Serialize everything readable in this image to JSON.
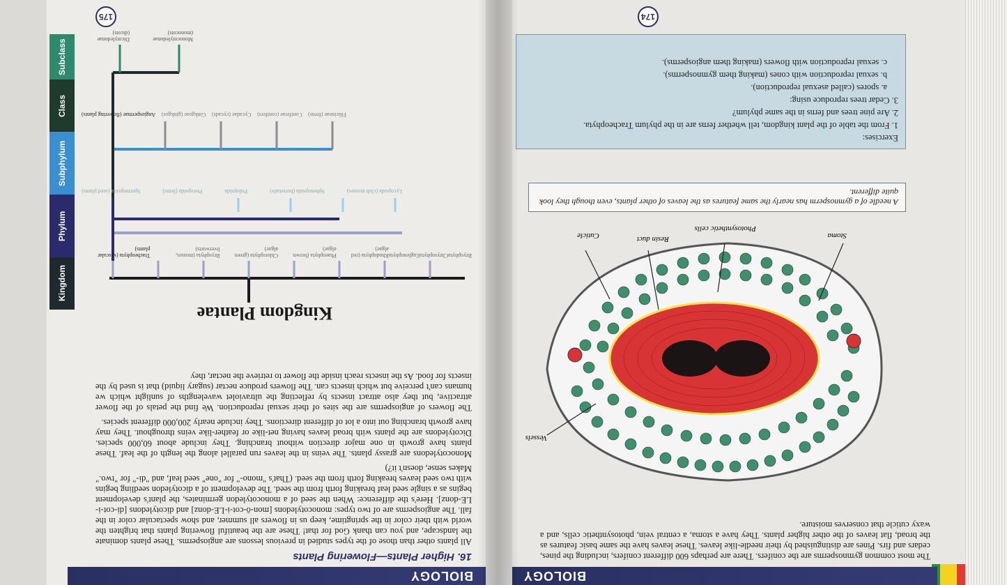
{
  "left_page": {
    "header": "BIOLOGY",
    "page_number": "174",
    "intro_text": "The most common gymnosperms are the conifers. There are perhaps 600 different conifers, including the pines, cedars and firs. Pines are distinguished by their needle-like leaves. These leaves have the same basic features as the broad, flat leaves of the other higher plants. They have a stoma, a central vein, photosynthetic cells, and a waxy cuticle that conserves moisture.",
    "diagram_labels": {
      "cuticle": "Cuticle",
      "resin_duct": "Resin duct",
      "stoma": "Stoma",
      "photosynthetic_cells": "Photosynthetic cells",
      "vessels": "Vessels"
    },
    "caption": "A needle of a gymnosperm has nearly the same features as the leaves of other plants, even though they look quite different.",
    "exercises": {
      "title": "Exercises:",
      "items": [
        "1. From the table of the plant kingdom, tell whether ferns are in the phylum Tracheophyta.",
        "2. Are pine trees and ferns in the same phylum?",
        "3. Cedar trees reproduce using:",
        "a. spores (called asexual reproduction).",
        "b. sexual reproduction with cones (making them gymnosperms).",
        "c. sexual reproduction with flowers (making them angiosperms)."
      ]
    }
  },
  "right_page": {
    "header": "BIOLOGY",
    "page_number": "175",
    "section_title": "16. Higher Plants—Flowering Plants",
    "paragraphs": [
      "All plants other than those of the types studied in previous lessons are angiosperms. These plants dominate the landscape, and you can thank God for that! These are the beautiful flowering plants that brighten the world with their color in the springtime, keep us in flowers all summer, and show spectacular color in the fall. The angiosperms are of two types: monocotyledons [mon-ō-cot-i-LE-donz] and dicotyledons [di-cot-i-LE-donz]. Here's the difference: When the seed of a monocotyledon germinates, the plant's development begins as a single seed leaf breaking forth from the seed. The development of a dicotyledon seedling begins with two seed leaves breaking forth from the seed. (That's \"mono-\" for \"one\" seed leaf, and \"di-\" for \"two.\" Makes sense, doesn't it?)",
      "Monocotyledons are grassy plants. The veins in the leaves run parallel along the length of the leaf. These plants have growth in one major direction without branching. They include about 60,000 species. Dicotyledons are the plants with broad leaves having net-like or feather-like veins throughout. They may have growth branching out into a lot of different directions. They include nearly 200,000 different species.",
      "The flowers of angiosperms are the sites of their sexual reproduction. We find the petals of the flower attractive, but they also attract insects by reflecting the ultraviolet wavelengths of sunlight which we humans can't perceive but which insects can. The flowers produce nectar (sugary liquid) that is used by the insects for food. As the insects reach inside the flower to retrieve the nectar, they"
    ],
    "kingdom_title": "Kingdom Plantae",
    "rank_labels": [
      "Kingdom",
      "Phylum",
      "Subphylum",
      "Class",
      "Subclass"
    ],
    "phyla": [
      "Bryophyta",
      "Chrysophyta",
      "Euglenophyta",
      "Rhodophyta (red algae)",
      "Phaeophyta (brown algae)",
      "Chlorophyta (green algae)",
      "Bryophyta (mosses, liverworts)",
      "Tracheophyta (vascular plants)"
    ],
    "subphyla": [
      "Lycopsida (club mosses)",
      "Sphenopsida (horsetails)",
      "Psilopsida",
      "Pteropsida (ferns)",
      "Spermopsida (seed plants)"
    ],
    "classes": [
      "Filicineae (ferns)",
      "Coniferae (conifers)",
      "Cycadae (cycads)",
      "Ginkgoae (ginkgos)",
      "Angiospermae (flowering plants)"
    ],
    "subclasses": [
      "Monocotyledonae (monocots)",
      "Dicotyledonae (dicots)"
    ]
  },
  "colors": {
    "header": "#343a74",
    "kingdom_bar": "#1f2a2e",
    "phylum_bar": "#2b2b6b",
    "subphylum_bar": "#3a8fd1",
    "class_bar": "#1f3b2e",
    "subclass_bar": "#2e8a6c",
    "leaf_green": "#3f8f6a",
    "leaf_red": "#d83436"
  }
}
